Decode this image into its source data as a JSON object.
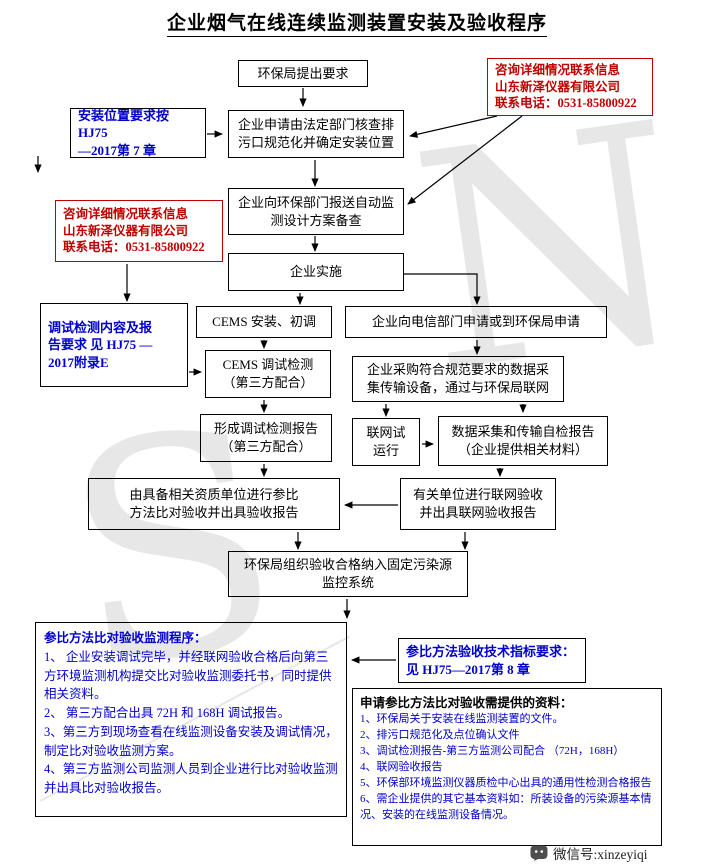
{
  "title": "企业烟气在线连续监测装置安装及验收程序",
  "watermark": {
    "letters": [
      "S",
      "N"
    ]
  },
  "contact_right": "咨询详细情况联系信息\n山东新泽仪器有限公司\n联系电话：0531-85800922",
  "contact_left": "咨询详细情况联系信息\n山东新泽仪器有限公司\n联系电话：0531-85800922",
  "nodes": {
    "epb_request": "环保局提出要求",
    "install_pos": "安装位置要求按 HJ75\n—2017第 7 章",
    "apply": "企业申请由法定部门核查排\n污口规范化并确定安装位置",
    "report_plan": "企业向环保部门报送自动监\n测设计方案备查",
    "implement": "企业实施",
    "debug_req": "调试检测内容及报\n告要求 见 HJ75 —\n2017附录E",
    "cems_install": "CEMS 安装、初调",
    "telecom_apply": "企业向电信部门申请或到环保局申请",
    "cems_debug": "CEMS 调试检测\n（第三方配合）",
    "purchase": "企业采购符合规范要求的数据采\n集传输设备，通过与环保局联网",
    "debug_report": "形成调试检测报告\n（第三方配合）",
    "network_trial": "联网试\n运行",
    "selfcheck": "数据采集和传输自检报告\n（企业提供相关材料）",
    "comparison": "由具备相关资质单位进行参比\n方法比对验收并出具验收报告",
    "network_accept": "有关单位进行联网验收\n并出具联网验收报告",
    "epb_accept": "环保局组织验收合格纳入固定污染源\n监控系统",
    "tech_req": "参比方法验收技术指标要求：\n见 HJ75—2017第 8 章"
  },
  "procedure": {
    "title": "参比方法比对验收监测程序：",
    "items": [
      "1、 企业安装调试完毕，并经联网验收合格后向第三方环境监测机构提交比对验收监测委托书，同时提供相关资料。",
      "2、 第三方配合出具 72H 和 168H 调试报告。",
      "3、第三方到现场查看在线监测设备安装及调试情况，制定比对验收监测方案。",
      "4、第三方监测公司监测人员到企业进行比对验收监测并出具比对验收报告。"
    ]
  },
  "materials": {
    "title": "申请参比方法比对验收需提供的资料：",
    "items": [
      "1、环保局关于安装在线监测装置的文件。",
      "2、排污口规范化及点位确认文件",
      "3、调试检测报告-第三方监测公司配合 （72H，168H）",
      "4、联网验收报告",
      "5、环保部环境监测仪器质检中心出具的通用性检测合格报告",
      "6、需企业提供的其它基本资料如：所装设备的污染源基本情况、安装的在线监测设备情况。"
    ]
  },
  "footer": {
    "wechat": "微信号:xinzeyiqi"
  }
}
